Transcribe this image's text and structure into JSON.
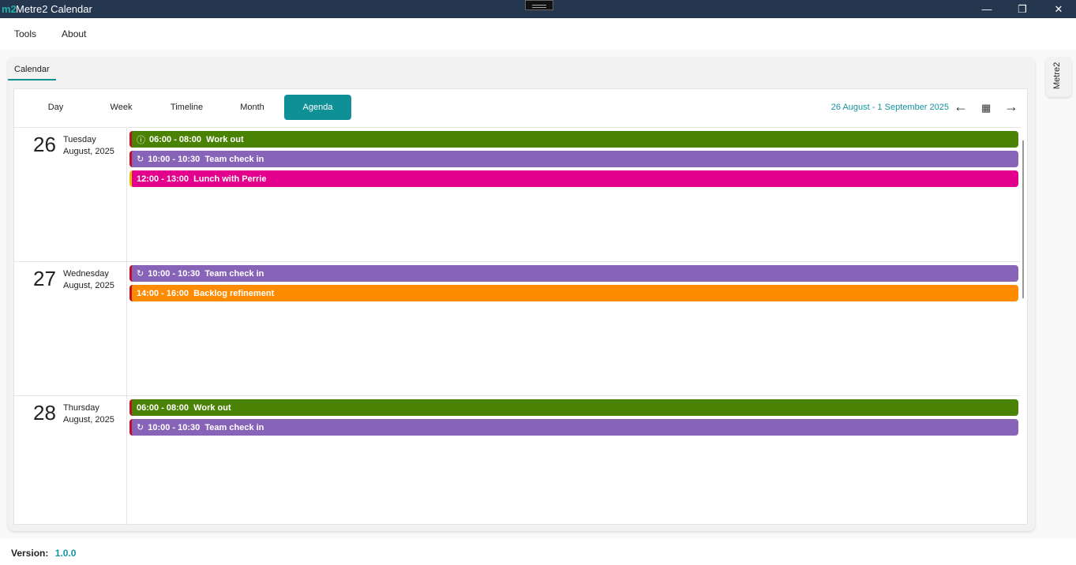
{
  "window": {
    "logo": "m2",
    "title": "Metre2 Calendar",
    "minimize": "—",
    "maximize": "❐",
    "close": "✕"
  },
  "menu": [
    "Tools",
    "About"
  ],
  "tab": "Calendar",
  "side_tab": "Metre2",
  "views": [
    {
      "label": "Day"
    },
    {
      "label": "Week"
    },
    {
      "label": "Timeline"
    },
    {
      "label": "Month"
    },
    {
      "label": "Agenda",
      "active": true
    }
  ],
  "range": "26 August - 1 September 2025",
  "nav": {
    "prev": "←",
    "calendar": "▦",
    "next": "→"
  },
  "days": [
    {
      "num": "26",
      "weekday": "Tuesday",
      "month": "August, 2025",
      "events": [
        {
          "time": "06:00 - 08:00",
          "title": "Work out",
          "color": "#4a8204",
          "border": "#c0102a",
          "icon": "alert-icon",
          "glyph": "ⓘ"
        },
        {
          "time": "10:00 - 10:30",
          "title": "Team check in",
          "color": "#8764b8",
          "border": "#c0102a",
          "icon": "recurring-icon",
          "glyph": "↻"
        },
        {
          "time": "12:00 - 13:00",
          "title": "Lunch with Perrie",
          "color": "#e3008c",
          "border": "#e8c000"
        }
      ]
    },
    {
      "num": "27",
      "weekday": "Wednesday",
      "month": "August, 2025",
      "events": [
        {
          "time": "10:00 - 10:30",
          "title": "Team check in",
          "color": "#8764b8",
          "border": "#c0102a",
          "icon": "recurring-icon",
          "glyph": "↻"
        },
        {
          "time": "14:00 - 16:00",
          "title": "Backlog refinement",
          "color": "#ff8c00",
          "border": "#c0102a"
        }
      ]
    },
    {
      "num": "28",
      "weekday": "Thursday",
      "month": "August, 2025",
      "events": [
        {
          "time": "06:00 - 08:00",
          "title": "Work out",
          "color": "#4a8204",
          "border": "#c0102a"
        },
        {
          "time": "10:00 - 10:30",
          "title": "Team check in",
          "color": "#8764b8",
          "border": "#c0102a",
          "icon": "recurring-icon",
          "glyph": "↻"
        }
      ]
    }
  ],
  "footer": {
    "label": "Version:",
    "version": "1.0.0"
  }
}
